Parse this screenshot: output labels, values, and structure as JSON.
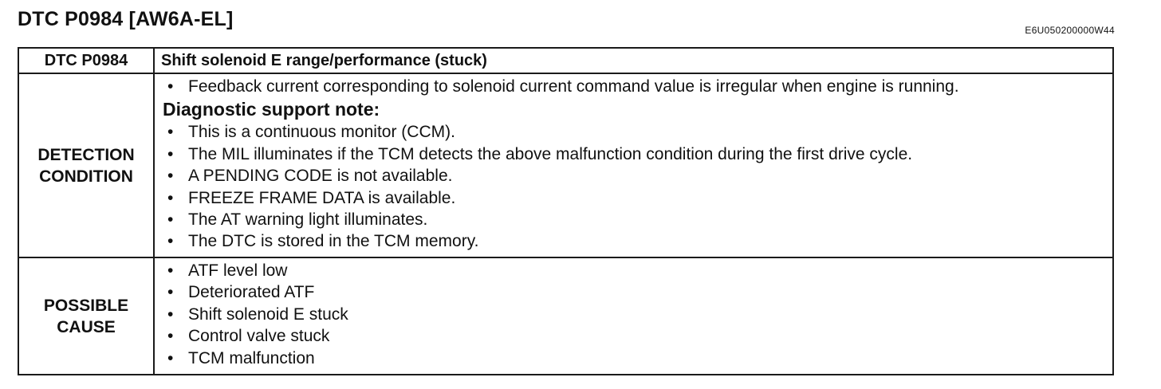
{
  "header": {
    "title": "DTC P0984 [AW6A-EL]",
    "doc_code": "E6U050200000W44"
  },
  "table": {
    "header_label": "DTC P0984",
    "header_description": "Shift solenoid E range/performance (stuck)",
    "detection": {
      "label_line1": "DETECTION",
      "label_line2": "CONDITION",
      "first_items": [
        "Feedback current corresponding to solenoid current command value is irregular when engine is running."
      ],
      "subheading": "Diagnostic support note:",
      "items": [
        "This is a continuous monitor (CCM).",
        "The MIL illuminates if the TCM detects the above malfunction condition during the first drive cycle.",
        "A PENDING CODE is not available.",
        "FREEZE FRAME DATA is available.",
        "The AT warning light illuminates.",
        "The DTC is stored in the TCM memory."
      ]
    },
    "cause": {
      "label_line1": "POSSIBLE",
      "label_line2": "CAUSE",
      "items": [
        "ATF level low",
        "Deteriorated ATF",
        "Shift solenoid E stuck",
        "Control valve stuck",
        "TCM malfunction"
      ]
    }
  }
}
